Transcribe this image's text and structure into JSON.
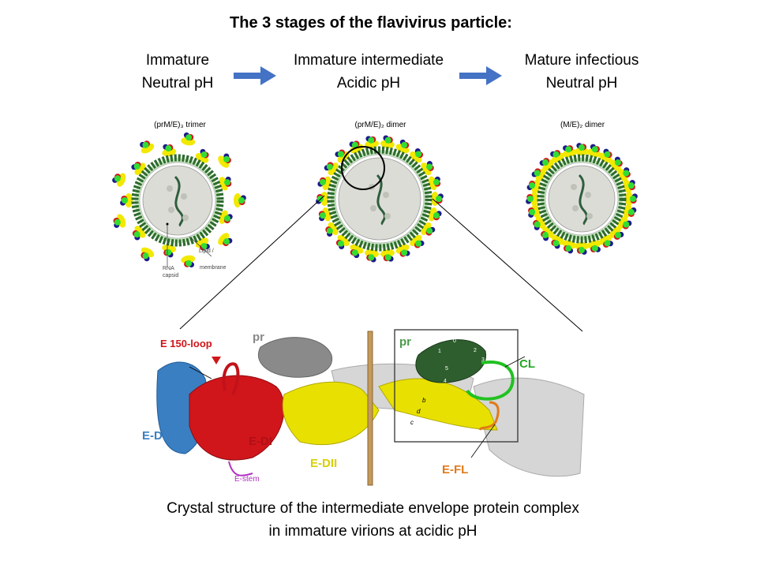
{
  "title": "The 3 stages of the flavivirus particle:",
  "stages": [
    {
      "name": "Immature",
      "ph": "Neutral pH",
      "form": "(prM/E)₃ trimer"
    },
    {
      "name": "Immature intermediate",
      "ph": "Acidic pH",
      "form": "(prM/E)₂ dimer"
    },
    {
      "name": "Mature infectious",
      "ph": "Neutral pH",
      "form": "(M/E)₂ dimer"
    }
  ],
  "virion_labels": {
    "rna": "RNA",
    "capsid": "capsid",
    "lipid": "Lipid /",
    "membrane": "membrane"
  },
  "protein_labels": {
    "loop": "E 150-loop",
    "pr_left": "pr",
    "pr_right": "pr",
    "cl": "CL",
    "ediii": "E-DIII",
    "edi": "E-DI",
    "edii": "E-DII",
    "estem": "E-stem",
    "efl": "E-FL",
    "strands": [
      "b",
      "d",
      "c"
    ],
    "pr_strands": [
      "0",
      "1",
      "2",
      "3",
      "4",
      "5"
    ]
  },
  "colors": {
    "arrow": "#4472c4",
    "ediii": "#3a7fc1",
    "edi": "#d0161b",
    "edii": "#e8e000",
    "pr_gray": "#808080",
    "pr_green": "#2e5e2e",
    "cl": "#22c122",
    "efl": "#e07a18",
    "estem": "#b032c0",
    "membrane_bar": "#c49a5a"
  },
  "caption": {
    "line1": "Crystal structure of the intermediate envelope protein complex",
    "line2": "in immature virions at acidic pH"
  }
}
